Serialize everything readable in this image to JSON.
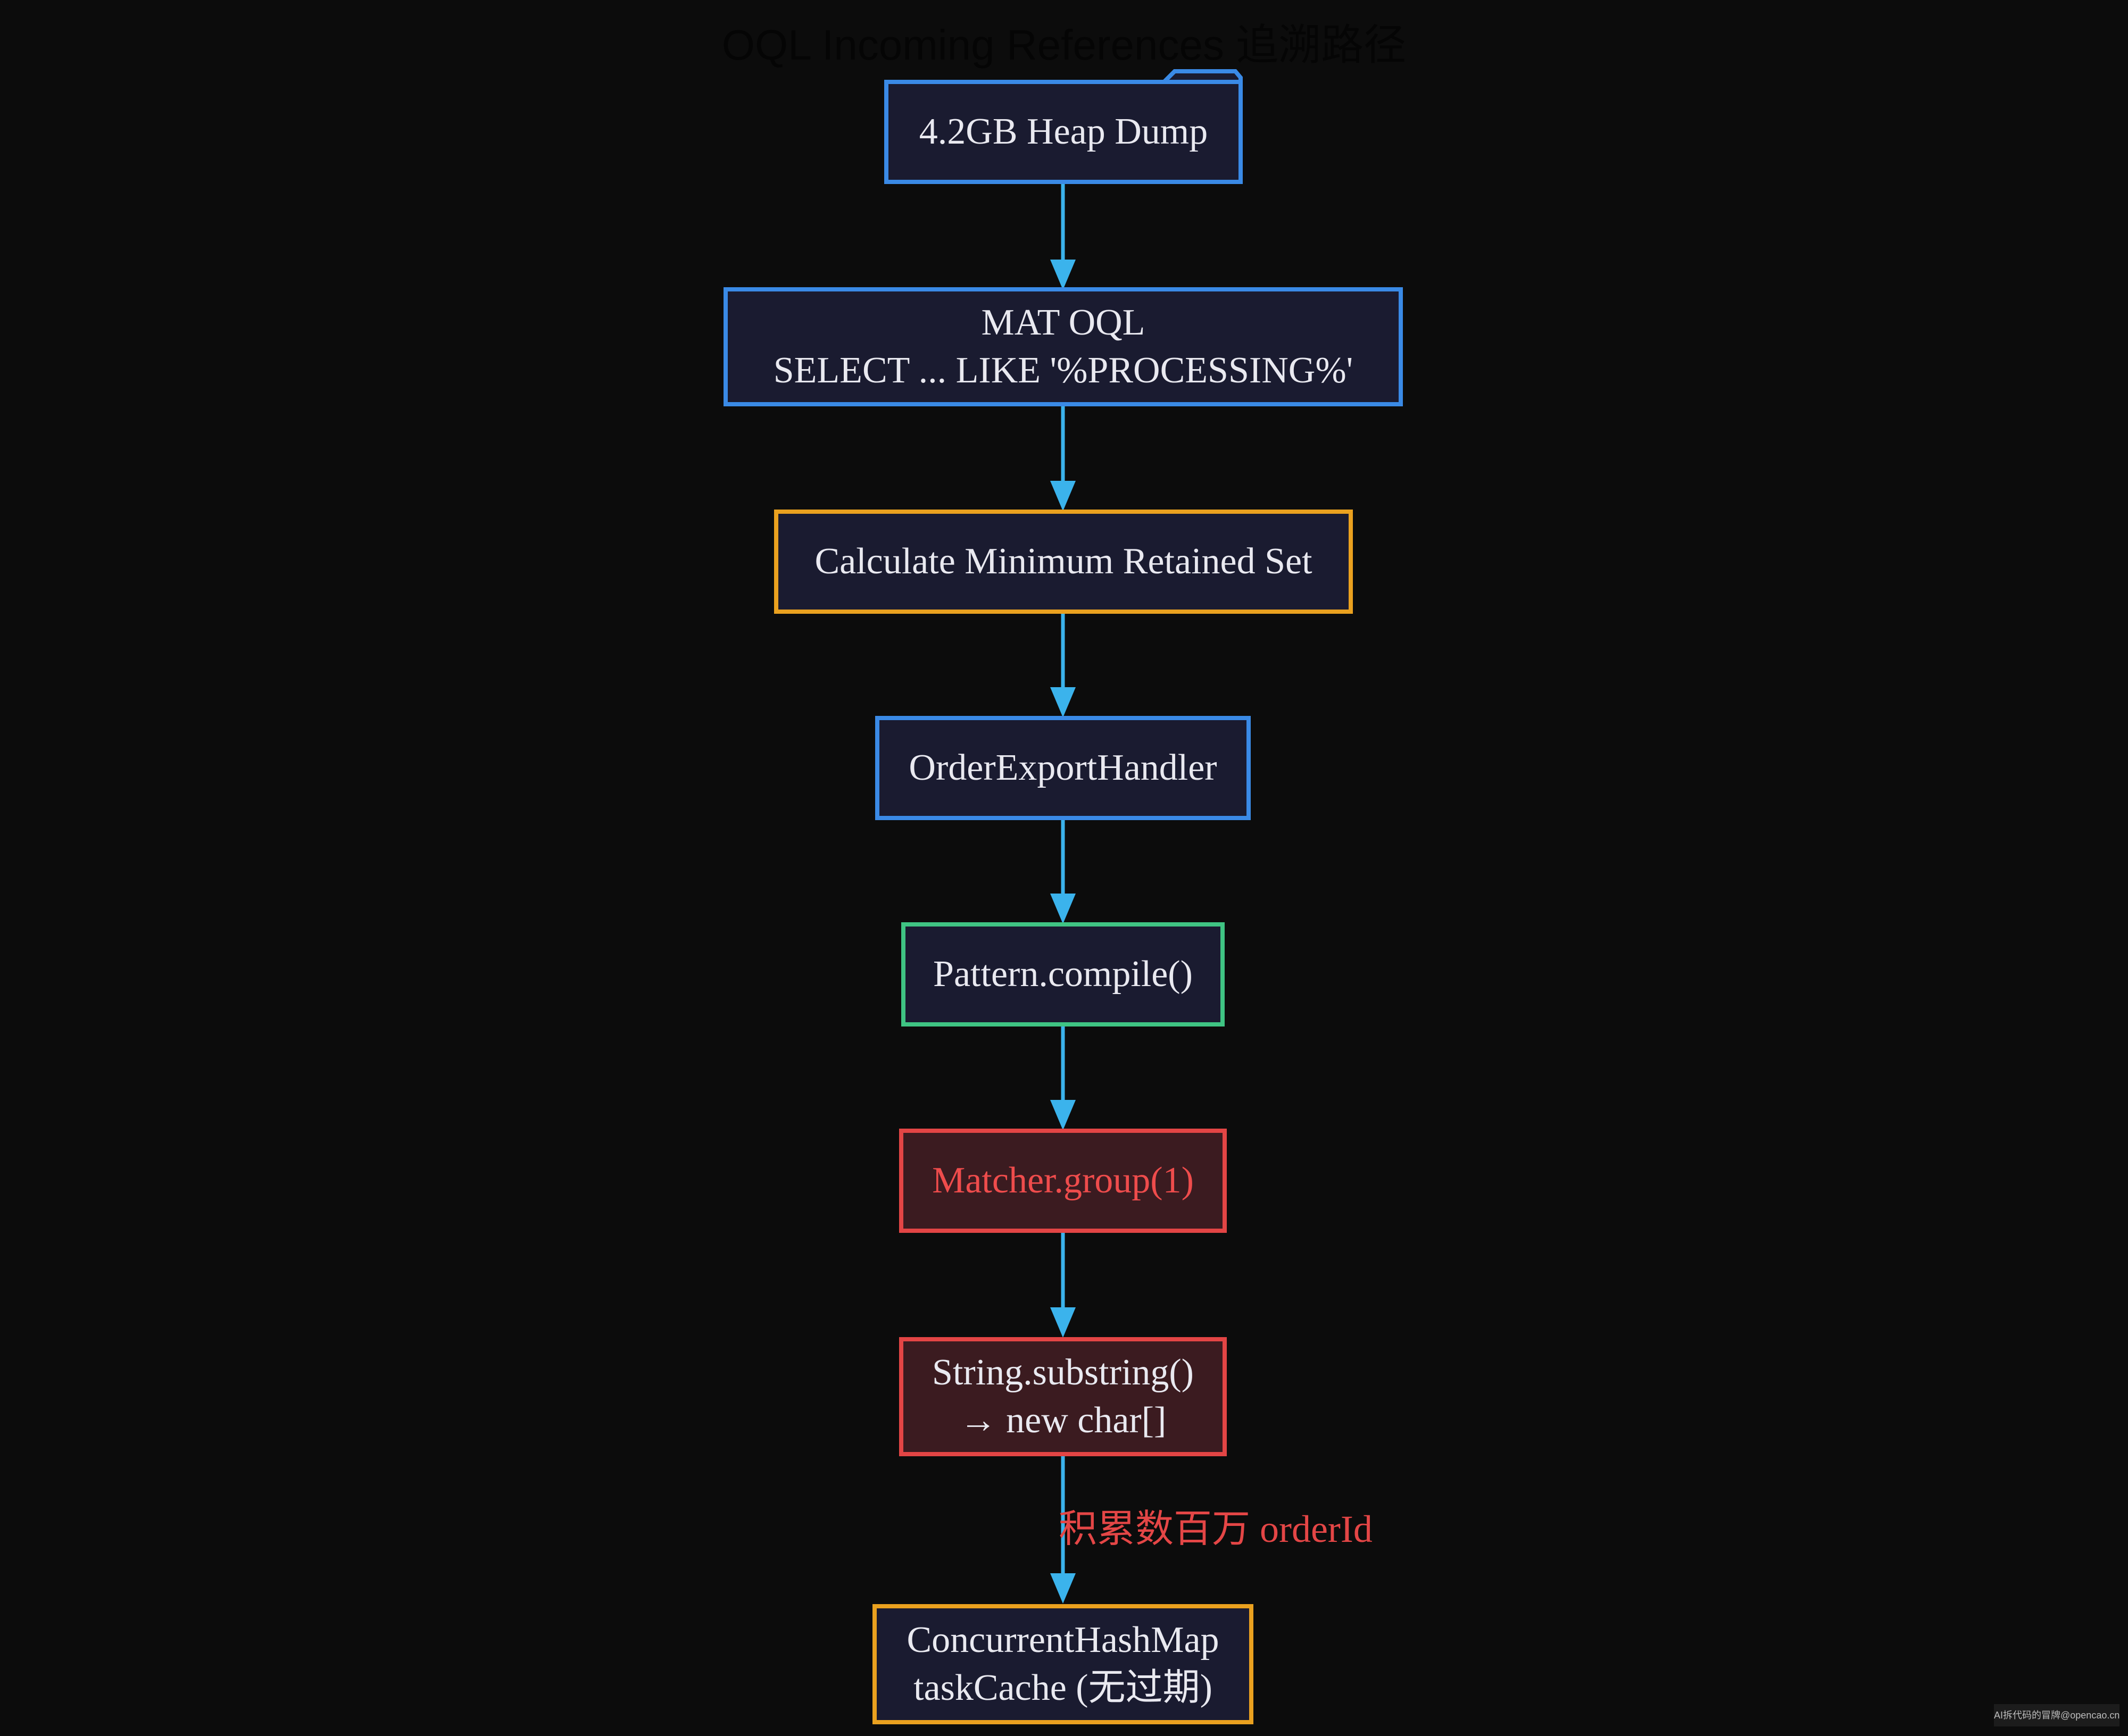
{
  "title": "OQL Incoming References 追溯路径",
  "nodes": {
    "heap_dump": "4.2GB Heap Dump",
    "oql_line1": "MAT OQL",
    "oql_line2": "SELECT ... LIKE '%PROCESSING%'",
    "retained_set": "Calculate Minimum Retained Set",
    "handler": "OrderExportHandler",
    "pattern": "Pattern.compile()",
    "matcher": "Matcher.group(1)",
    "substring_line1": "String.substring()",
    "substring_line2": "→ new char[]",
    "cache_line1": "ConcurrentHashMap",
    "cache_line2": "taskCache (无过期)"
  },
  "edge_label": "积累数百万 orderId",
  "watermark": "AI拆代码的冒牌@opencao.cn",
  "colors": {
    "background": "#0c0c0c",
    "node_fill": "#1a1b30",
    "node_fill_danger": "#3b1b20",
    "border_blue": "#3a8ae6",
    "border_orange": "#eaa11f",
    "border_green": "#3fc483",
    "border_red": "#e34545",
    "arrow": "#3bb3ec",
    "label_red": "#e44646"
  }
}
